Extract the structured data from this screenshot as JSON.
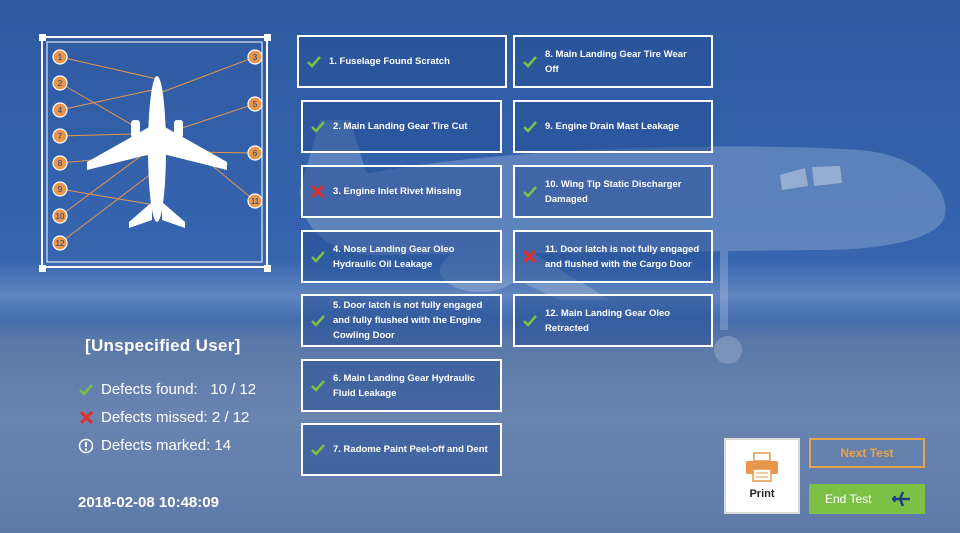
{
  "diagram": {
    "left_numbers": [
      "1",
      "2",
      "4",
      "7",
      "8",
      "9",
      "10",
      "12"
    ],
    "right_numbers": [
      "3",
      "5",
      "6",
      "11"
    ],
    "colors": {
      "badge": "#e8964a",
      "line": "#e8964a",
      "plane": "#ffffff",
      "frame": "#ffffff"
    }
  },
  "defects": [
    {
      "label": "1. Fuselage Found Scratch",
      "status": "found"
    },
    {
      "label": "2. Main Landing Gear Tire Cut",
      "status": "found"
    },
    {
      "label": "3. Engine Inlet Rivet Missing",
      "status": "missed"
    },
    {
      "label": "4. Nose Landing Gear Oleo Hydraulic Oil Leakage",
      "status": "found"
    },
    {
      "label": "5. Door latch is not fully engaged and fully flushed with the Engine Cowling Door",
      "status": "found"
    },
    {
      "label": "6. Main Landing Gear Hydraulic Fluid Leakage",
      "status": "found"
    },
    {
      "label": "7. Radome Paint Peel-off and Dent",
      "status": "found"
    },
    {
      "label": "8. Main Landing Gear Tire Wear Off",
      "status": "found"
    },
    {
      "label": "9. Engine Drain Mast Leakage",
      "status": "found"
    },
    {
      "label": "10. Wing Tip Static Discharger Damaged",
      "status": "found"
    },
    {
      "label": "11. Door latch is not fully engaged and flushed with the Cargo Door",
      "status": "missed"
    },
    {
      "label": "12. Main Landing Gear Oleo Retracted",
      "status": "found"
    }
  ],
  "summary": {
    "user": "[Unspecified User]",
    "found": "Defects found:   10 / 12",
    "missed": "Defects missed: 2 / 12",
    "marked": "Defects marked: 14",
    "datetime": "2018-02-08 10:48:09"
  },
  "buttons": {
    "print": "Print",
    "next": "Next Test",
    "end": "End Test"
  },
  "icons": {
    "found": "check-icon",
    "missed": "cross-icon",
    "marked": "exclamation-icon",
    "print": "printer-icon",
    "end": "airplane-icon"
  },
  "colors": {
    "check": "#7cc145",
    "cross": "#e0302b",
    "next_border": "#e8a24a",
    "end_bg": "#7cc145"
  }
}
